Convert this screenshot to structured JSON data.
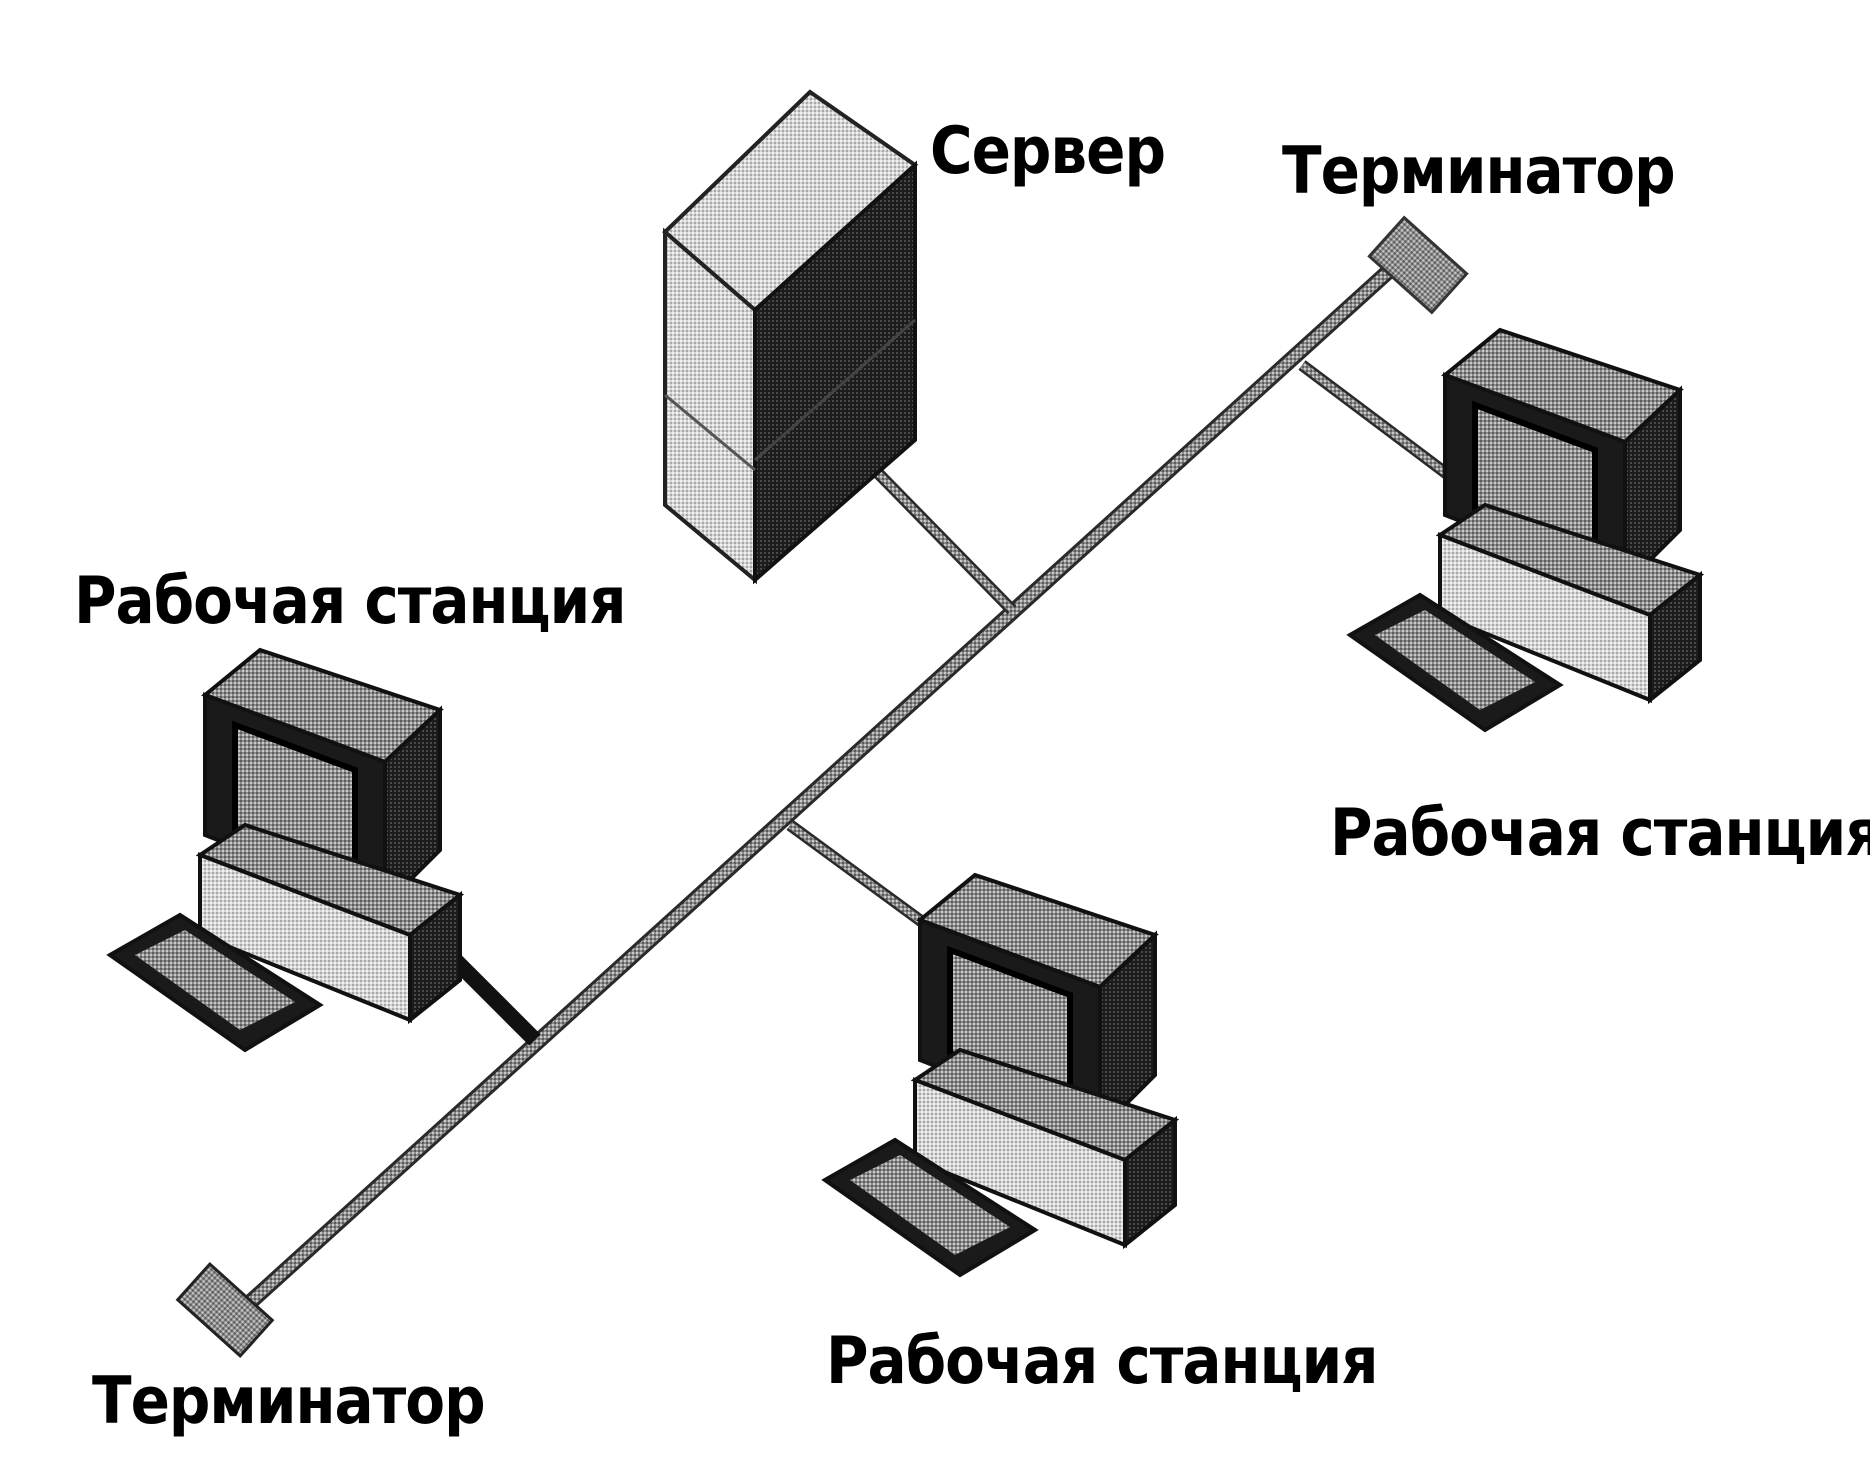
{
  "labels": {
    "server": "Сервер",
    "terminator_top": "Терминатор",
    "workstation_left": "Рабочая станция",
    "workstation_right": "Рабочая станция",
    "workstation_bottom": "Рабочая станция",
    "terminator_bottom": "Терминатор"
  },
  "colors": {
    "cable": "#9a9a9a",
    "device_dark": "#1a1a1a",
    "device_mid": "#5a5a5a",
    "device_light": "#bdbdbd",
    "text": "#000000"
  }
}
